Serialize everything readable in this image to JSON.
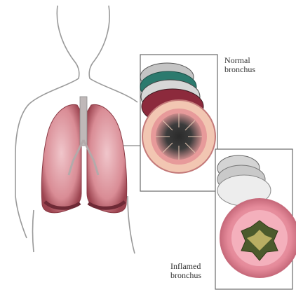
{
  "labels": {
    "normal_line1": "Normal",
    "normal_line2": "bronchus",
    "inflamed_line1": "Inflamed",
    "inflamed_line2": "bronchus"
  },
  "colors": {
    "body_outline": "#9a9a9a",
    "lung_fill": "#d98c95",
    "lung_shade": "#8b3a45",
    "airway_pink": "#e7a2ad",
    "mucus_green": "#4c5a2c",
    "box_border": "#6a6a6a"
  }
}
